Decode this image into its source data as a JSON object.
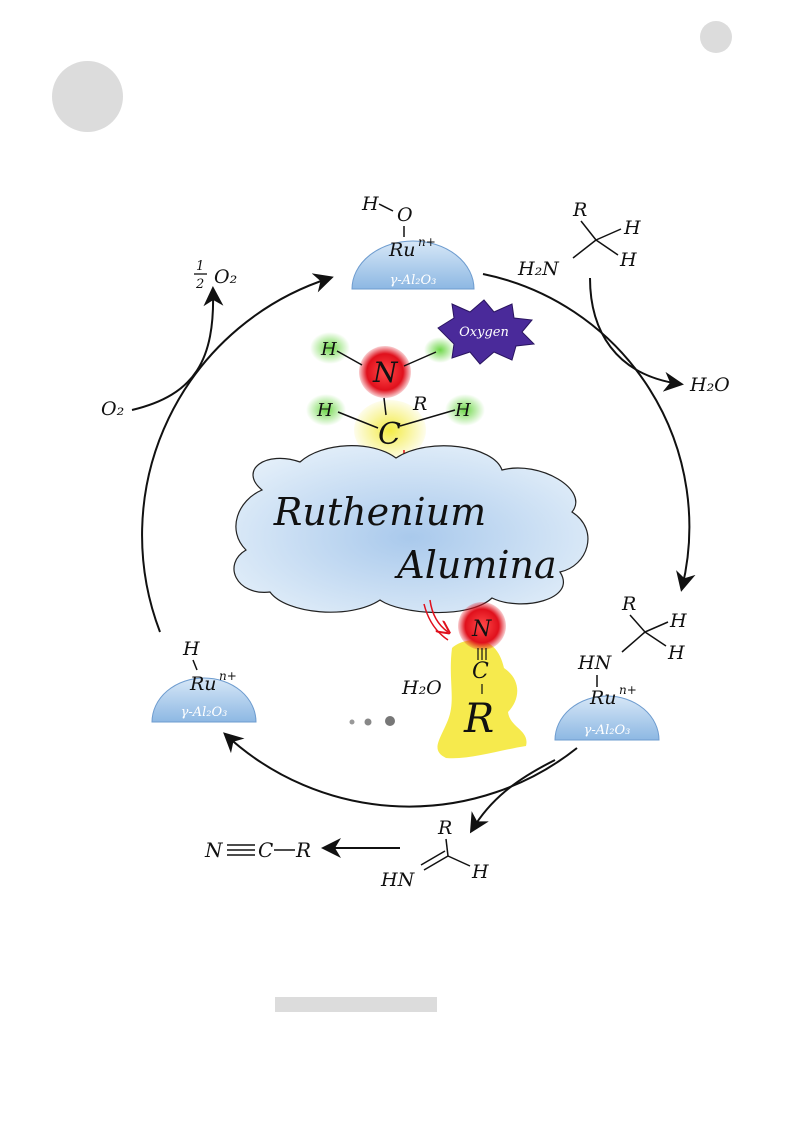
{
  "labels": {
    "top_h": "H",
    "top_o": "O",
    "top_ru": "Ru",
    "top_ru_sup": "n+",
    "support_text": "γ-Al₂O₃",
    "half_frac": "1",
    "half_den": "2",
    "half_o2": "O₂",
    "o2_in": "O₂",
    "h2o_out": "H₂O",
    "amine_r": "R",
    "amine_h1": "H",
    "amine_h2": "H",
    "amine_h2n": "H₂N",
    "oxygen_burst": "Oxygen",
    "mol_n": "N",
    "mol_c": "C",
    "mol_r": "R",
    "mol_h": "H",
    "cloud_line1": "Ruthenium",
    "cloud_line2": "Alumina",
    "bottom_n": "N",
    "bottom_c": "C",
    "bottom_r": "R",
    "h2o_near": "H₂O",
    "right_r": "R",
    "right_h1": "H",
    "right_h2": "H",
    "right_hn": "HN",
    "right_ru": "Ru",
    "right_ru_sup": "n+",
    "left_h": "H",
    "left_ru": "Ru",
    "left_ru_sup": "n+",
    "imine_r": "R",
    "imine_hn": "HN",
    "imine_h": "H",
    "nitrile_n": "N",
    "nitrile_c": "C",
    "nitrile_r": "R"
  },
  "colors": {
    "nitrogen": "#e0101c",
    "hydrogen": "#56d12a",
    "carbon": "#f2ea3a",
    "oxygen_burst": "#4a2a9a",
    "cloud": "#bcd6ef",
    "support": "#9cc3e8",
    "product_body": "#f5e83a"
  }
}
